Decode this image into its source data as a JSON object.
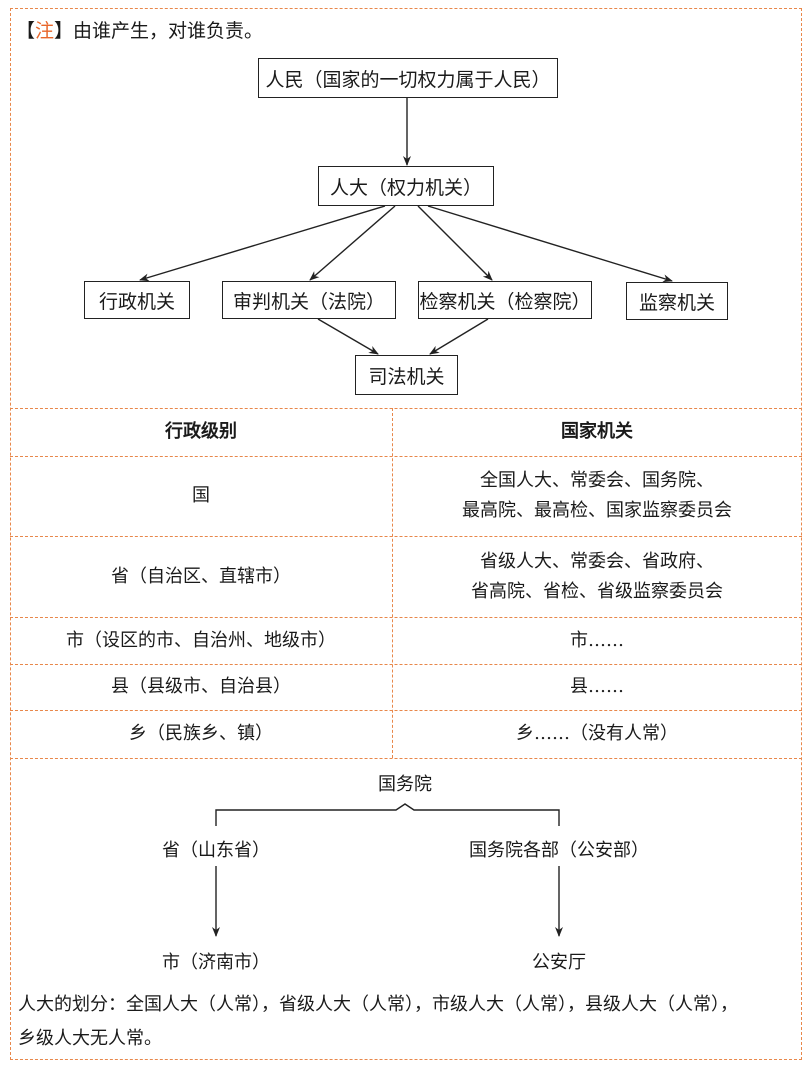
{
  "note": {
    "tag": "注",
    "text": "由谁产生，对谁负责。"
  },
  "flow": {
    "people": "人民（国家的一切权力属于人民）",
    "npc": "人大（权力机关）",
    "executive": "行政机关",
    "court": "审判机关（法院）",
    "procuratorate": "检察机关（检察院）",
    "supervision": "监察机关",
    "judicial": "司法机关"
  },
  "table": {
    "headers": [
      "行政级别",
      "国家机关"
    ],
    "rows": [
      {
        "level": "国",
        "organs": [
          "全国人大、常委会、国务院、",
          "最高院、最高检、国家监察委员会"
        ]
      },
      {
        "level": "省（自治区、直辖市）",
        "organs": [
          "省级人大、常委会、省政府、",
          "省高院、省检、省级监察委员会"
        ]
      },
      {
        "level": "市（设区的市、自治州、地级市）",
        "organs": [
          "市……"
        ]
      },
      {
        "level": "县（县级市、自治县）",
        "organs": [
          "县……"
        ]
      },
      {
        "level": "乡（民族乡、镇）",
        "organs": [
          "乡……（没有人常）"
        ]
      }
    ]
  },
  "tree": {
    "root": "国务院",
    "left": "省（山东省）",
    "right": "国务院各部（公安部）",
    "left_child": "市（济南市）",
    "right_child": "公安厅"
  },
  "footer": {
    "line1": "人大的划分：全国人大（人常），省级人大（人常），市级人大（人常），县级人大（人常），",
    "line2": "乡级人大无人常。"
  }
}
